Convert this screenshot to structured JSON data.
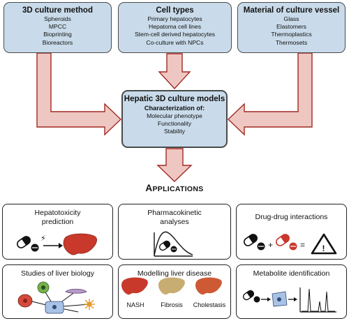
{
  "top_boxes": [
    {
      "title": "3D culture method",
      "items": [
        "Spheroids",
        "MPCC",
        "Bioprinting",
        "Bioreactors"
      ]
    },
    {
      "title": "Cell types",
      "items": [
        "Primary hepatocytes",
        "Hepatoma cell lines",
        "Stem-cell derived hepatocytes",
        "Co-culture with NPCs"
      ]
    },
    {
      "title": "Material of culture vessel",
      "items": [
        "Glass",
        "Elastomers",
        "Thermoplastics",
        "Thermosets"
      ]
    }
  ],
  "hub": {
    "title": "Hepatic 3D culture models",
    "subtitle": "Characterization of:",
    "items": [
      "Molecular phenotype",
      "Functionality",
      "Stability"
    ]
  },
  "applications_heading": {
    "cap": "A",
    "rest": "PPLICATIONS"
  },
  "applications": [
    {
      "title_lines": [
        "Hepatotoxicity",
        "prediction"
      ]
    },
    {
      "title_lines": [
        "Pharmacokinetic",
        "analyses"
      ]
    },
    {
      "title_lines": [
        "Drug-drug interactions"
      ]
    },
    {
      "title_lines": [
        "Studies of liver biology"
      ]
    },
    {
      "title_lines": [
        "Modelling liver disease"
      ],
      "liver_labels": [
        "NASH",
        "Fibrosis",
        "Cholestasis"
      ]
    },
    {
      "title_lines": [
        "Metabolite identification"
      ]
    }
  ],
  "symbols": {
    "plus": "+",
    "equals": "=",
    "warning": "!",
    "lightning": "⚡"
  },
  "colors": {
    "box_fill": "#c9dbea",
    "arrow_fill": "#efc7c2",
    "arrow_stroke": "#a02a22",
    "liver_red": "#c8392b",
    "liver_tan": "#c8ad72",
    "liver_orange": "#cd5a35"
  }
}
